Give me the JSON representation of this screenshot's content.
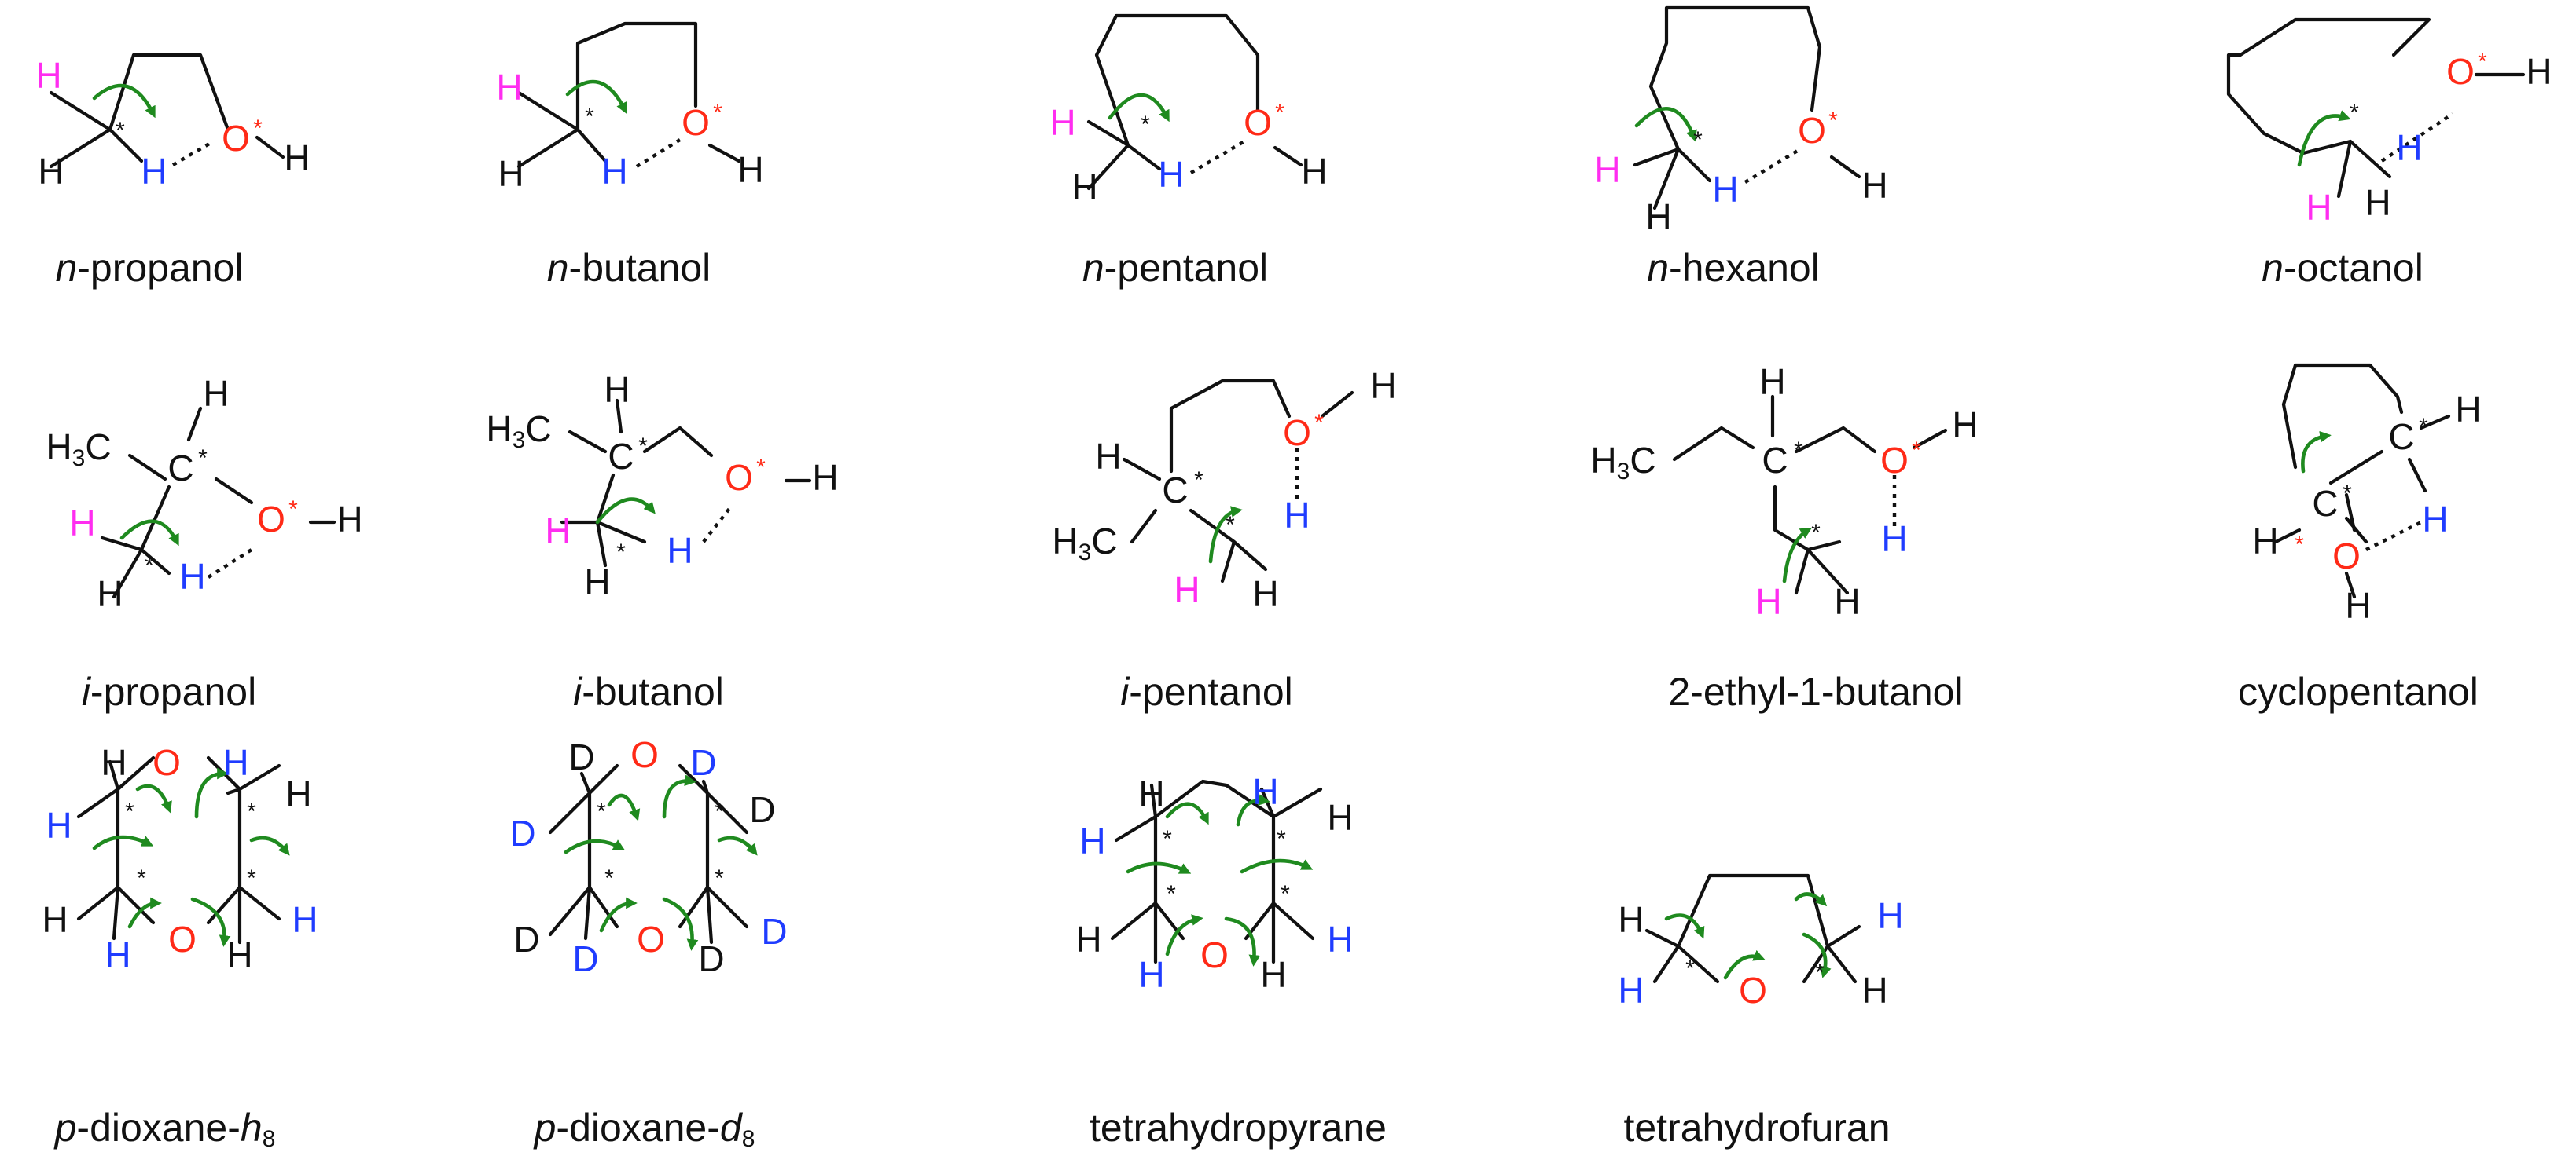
{
  "colors": {
    "black": "#111111",
    "magenta": "#ff2df0",
    "blue": "#1f3cff",
    "red": "#ff2a17",
    "green": "#1f8a1f"
  },
  "labels": {
    "H": "H",
    "O": "O",
    "D": "D",
    "C": "C",
    "star": "*",
    "H3C_main": "H",
    "H3C_sub": "3",
    "H3C_C": "C"
  },
  "captions": [
    {
      "id": "n-propanol",
      "prefix": "n",
      "prefix_italic": true,
      "main": "-propanol",
      "suffix": "",
      "sub": ""
    },
    {
      "id": "n-butanol",
      "prefix": "n",
      "prefix_italic": true,
      "main": "-butanol",
      "suffix": "",
      "sub": ""
    },
    {
      "id": "n-pentanol",
      "prefix": "n",
      "prefix_italic": true,
      "main": "-pentanol",
      "suffix": "",
      "sub": ""
    },
    {
      "id": "n-hexanol",
      "prefix": "n",
      "prefix_italic": true,
      "main": "-hexanol",
      "suffix": "",
      "sub": ""
    },
    {
      "id": "n-octanol",
      "prefix": "n",
      "prefix_italic": true,
      "main": "-octanol",
      "suffix": "",
      "sub": ""
    },
    {
      "id": "i-propanol",
      "prefix": "i",
      "prefix_italic": true,
      "main": "-propanol",
      "suffix": "",
      "sub": ""
    },
    {
      "id": "i-butanol",
      "prefix": "i",
      "prefix_italic": true,
      "main": "-butanol",
      "suffix": "",
      "sub": ""
    },
    {
      "id": "i-pentanol",
      "prefix": "i",
      "prefix_italic": true,
      "main": "-pentanol",
      "suffix": "",
      "sub": ""
    },
    {
      "id": "2-ethyl-1-butanol",
      "prefix": "",
      "prefix_italic": false,
      "main": "2-ethyl-1-butanol",
      "suffix": "",
      "sub": ""
    },
    {
      "id": "cyclopentanol",
      "prefix": "",
      "prefix_italic": false,
      "main": "cyclopentanol",
      "suffix": "",
      "sub": ""
    },
    {
      "id": "p-dioxane-h8",
      "prefix": "p",
      "prefix_italic": true,
      "main": "-dioxane-",
      "suffix": "h",
      "sub": "8"
    },
    {
      "id": "p-dioxane-d8",
      "prefix": "p",
      "prefix_italic": true,
      "main": "-dioxane-",
      "suffix": "d",
      "sub": "8"
    },
    {
      "id": "tetrahydropyrane",
      "prefix": "",
      "prefix_italic": false,
      "main": "tetrahydropyrane",
      "suffix": "",
      "sub": ""
    },
    {
      "id": "tetrahydrofuran",
      "prefix": "",
      "prefix_italic": false,
      "main": "tetrahydrofuran",
      "suffix": "",
      "sub": ""
    }
  ]
}
